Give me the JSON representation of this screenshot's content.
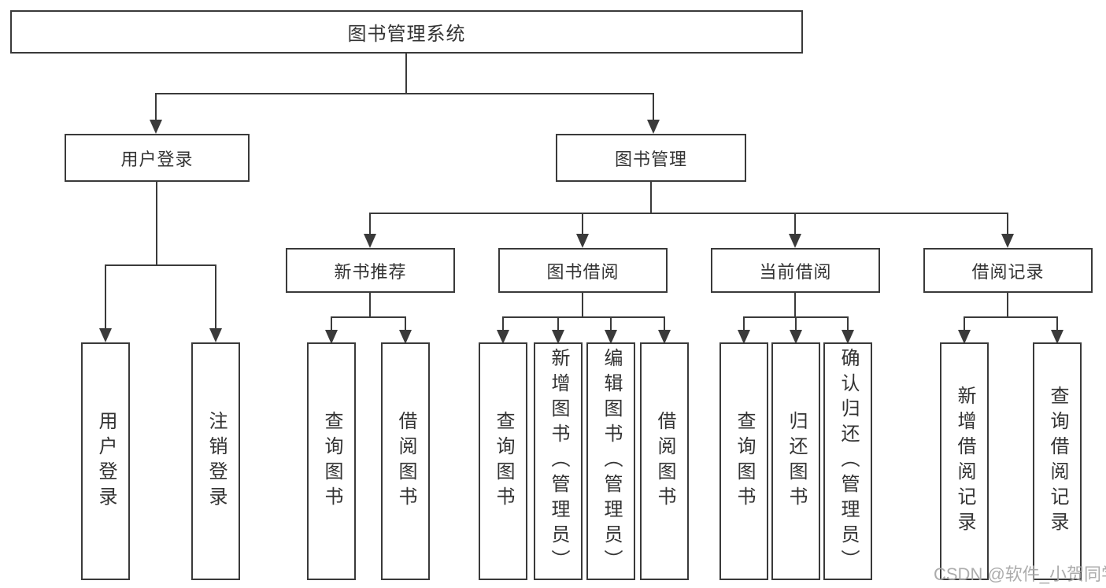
{
  "diagram": {
    "title": "图书管理系统",
    "branches": {
      "user_login": {
        "label": "用户登录",
        "children": [
          "用户登录",
          "注销登录"
        ]
      },
      "book_management": {
        "label": "图书管理",
        "sections": [
          {
            "label": "新书推荐",
            "children": [
              "查询图书",
              "借阅图书"
            ]
          },
          {
            "label": "图书借阅",
            "children": [
              "查询图书",
              "新增图书（管理员）",
              "编辑图书（管理员）",
              "借阅图书"
            ]
          },
          {
            "label": "当前借阅",
            "children": [
              "查询图书",
              "归还图书",
              "确认归还（管理员）"
            ]
          },
          {
            "label": "借阅记录",
            "children": [
              "新增借阅记录",
              "查询借阅记录"
            ]
          }
        ]
      }
    }
  },
  "watermark": "CSDN @软件_小贺同学",
  "colors": {
    "line": "#3a3a3a",
    "text": "#333333",
    "background": "#ffffff",
    "watermark": "#a8a8a8"
  }
}
